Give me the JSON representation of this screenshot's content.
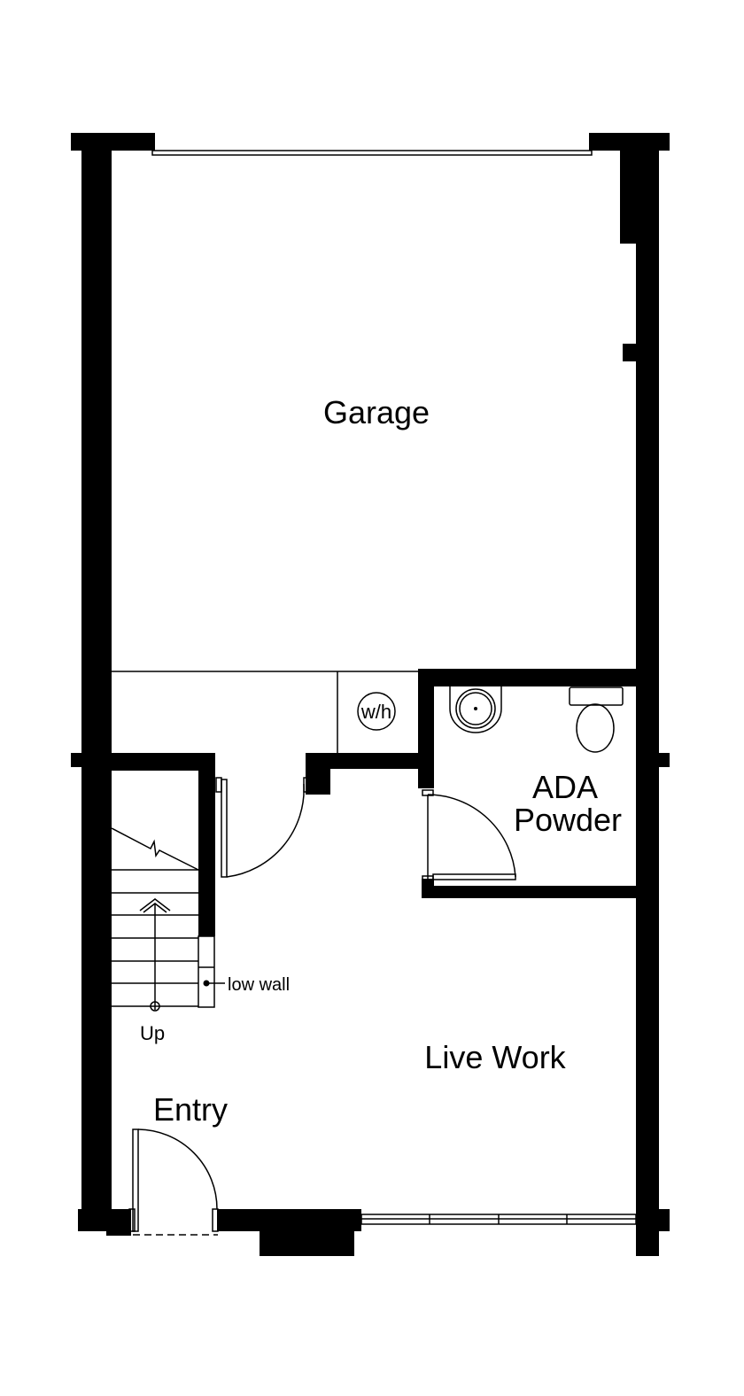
{
  "plan": {
    "rooms": {
      "garage": "Garage",
      "ada": "ADA",
      "powder": "Powder",
      "live_work": "Live Work",
      "entry": "Entry"
    },
    "annotations": {
      "water_heater": "w/h",
      "stairs_up": "Up",
      "low_wall": "low wall"
    },
    "colors": {
      "walls": "#000000",
      "background": "#ffffff"
    }
  }
}
